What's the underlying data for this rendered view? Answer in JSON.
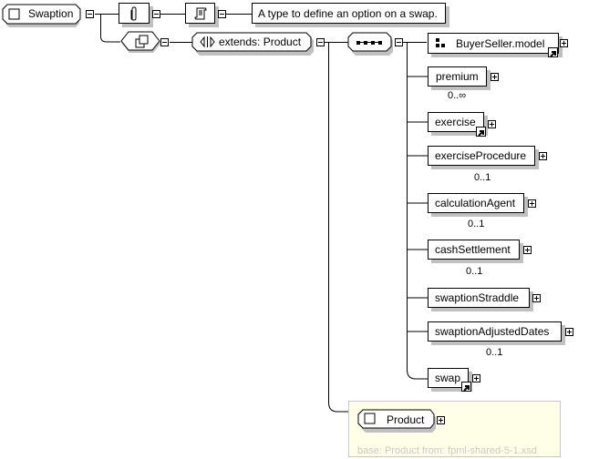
{
  "root": {
    "label": "Swaption"
  },
  "annotation": {
    "text": "A type to define an option on a swap."
  },
  "extension": {
    "label": "extends: Product"
  },
  "sequence": {
    "icon": "sequence-icon"
  },
  "children": [
    {
      "label": "BuyerSeller.model",
      "kind": "group",
      "occurrence": "",
      "reference": true
    },
    {
      "label": "premium",
      "occurrence": "0..∞",
      "reference": false
    },
    {
      "label": "exercise",
      "occurrence": "",
      "reference": true
    },
    {
      "label": "exerciseProcedure",
      "occurrence": "0..1",
      "reference": false
    },
    {
      "label": "calculationAgent",
      "occurrence": "0..1",
      "reference": false
    },
    {
      "label": "cashSettlement",
      "occurrence": "0..1",
      "reference": false
    },
    {
      "label": "swaptionStraddle",
      "occurrence": "",
      "reference": false
    },
    {
      "label": "swaptionAdjustedDates",
      "occurrence": "0..1",
      "reference": false
    },
    {
      "label": "swap",
      "occurrence": "",
      "reference": true
    }
  ],
  "base_panel": {
    "type_label": "Product",
    "caption": "base: Product from: fpml-shared-5-1.xsd"
  },
  "colors": {
    "shadow": "#c0c0c0",
    "panel_bg": "#ffffe8",
    "panel_border": "#c8c8c8"
  }
}
